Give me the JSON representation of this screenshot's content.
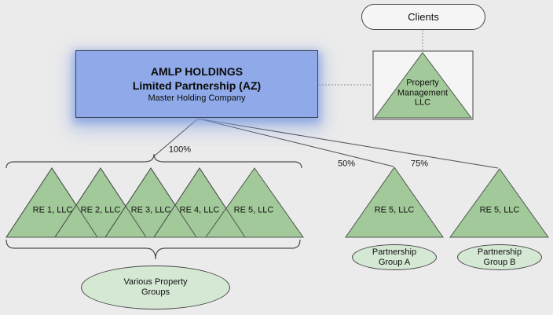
{
  "clients": {
    "label": "Clients"
  },
  "holding": {
    "name": "AMLP HOLDINGS",
    "subtitle": "Limited Partnership (AZ)",
    "role": "Master Holding Company"
  },
  "property_management": {
    "line1": "Property",
    "line2": "Management",
    "line3": "LLC"
  },
  "ownership": {
    "group": "100%",
    "a": "50%",
    "b": "75%"
  },
  "re_entities": [
    "RE 1, LLC",
    "RE 2, LLC",
    "RE 3, LLC",
    "RE 4, LLC",
    "RE 5, LLC"
  ],
  "re_single_a": "RE 5, LLC",
  "re_single_b": "RE 5, LLC",
  "clusters": {
    "various": {
      "line1": "Various Property",
      "line2": "Groups"
    },
    "group_a": {
      "line1": "Partnership",
      "line2": "Group A"
    },
    "group_b": {
      "line1": "Partnership",
      "line2": "Group B"
    }
  },
  "colors": {
    "background": "#ebebeb",
    "holding_fill": "#90aae9",
    "holding_glow": "#7d9be1",
    "triangle_fill": "#a2c999",
    "triangle_stroke": "#4f574f",
    "ellipse_fill": "#d5e8d4",
    "node_fill": "#f5f5f5",
    "connector": "#4d4d4d",
    "dashed_connector": "#8c8c8c"
  }
}
